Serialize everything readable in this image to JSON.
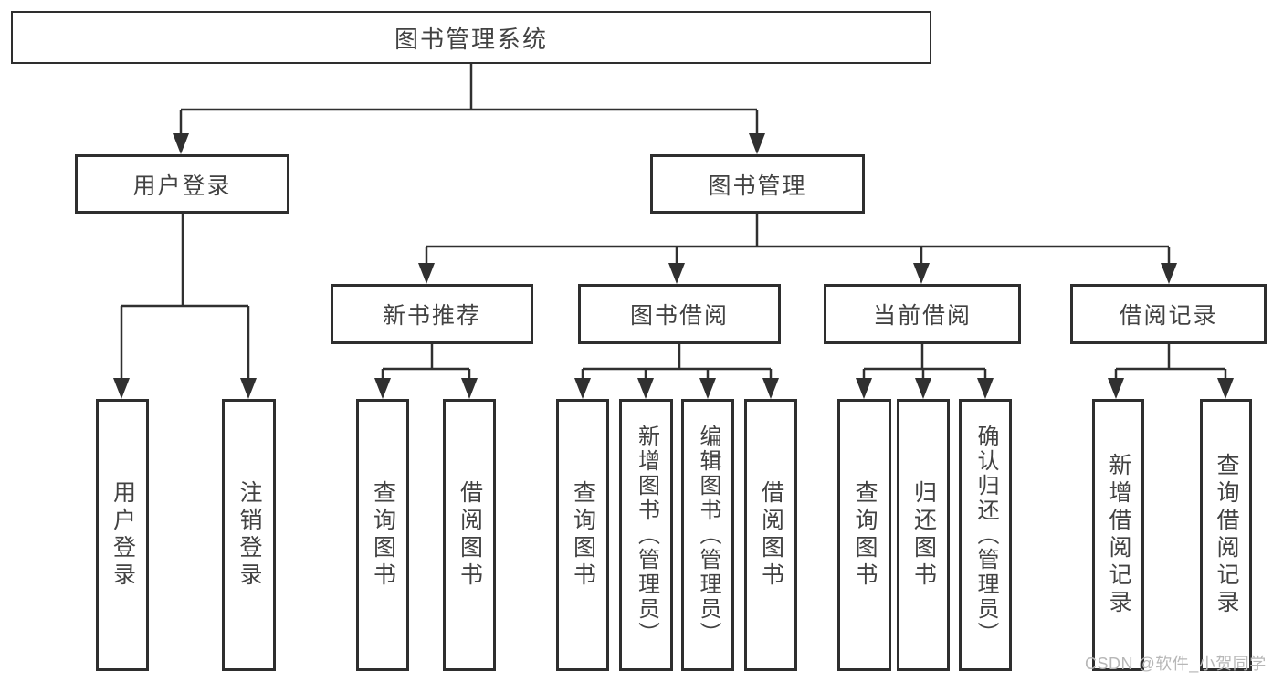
{
  "diagram_title": "图书管理系统",
  "tree": {
    "label": "图书管理系统",
    "children": [
      {
        "label": "用户登录",
        "children": [
          {
            "label": "用户登录"
          },
          {
            "label": "注销登录"
          }
        ]
      },
      {
        "label": "图书管理",
        "children": [
          {
            "label": "新书推荐",
            "children": [
              {
                "label": "查询图书"
              },
              {
                "label": "借阅图书"
              }
            ]
          },
          {
            "label": "图书借阅",
            "children": [
              {
                "label": "查询图书"
              },
              {
                "label": "新增图书（管理员）"
              },
              {
                "label": "编辑图书（管理员）"
              },
              {
                "label": "借阅图书"
              }
            ]
          },
          {
            "label": "当前借阅",
            "children": [
              {
                "label": "查询图书"
              },
              {
                "label": "归还图书"
              },
              {
                "label": "确认归还（管理员）"
              }
            ]
          },
          {
            "label": "借阅记录",
            "children": [
              {
                "label": "新增借阅记录"
              },
              {
                "label": "查询借阅记录"
              }
            ]
          }
        ]
      }
    ]
  },
  "watermark": {
    "text": "CSDN @软件_小贺同学",
    "color": "#b7b7b7"
  },
  "colors": {
    "background": "#ffffff",
    "line": "#303030",
    "box_border": "#2e2e2e",
    "text": "#424242"
  }
}
